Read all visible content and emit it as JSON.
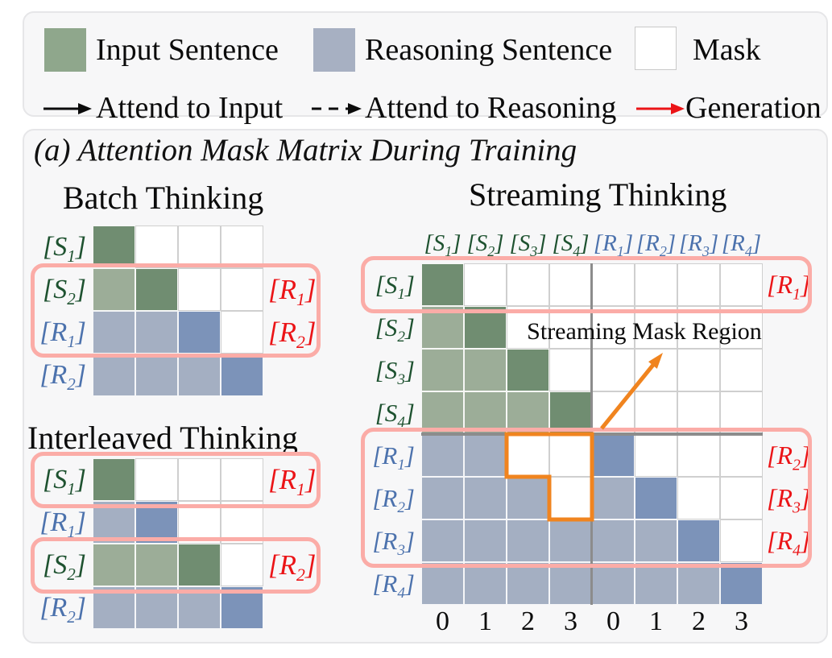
{
  "colors": {
    "dg": "#708D71",
    "lg": "#9CAD98",
    "lb": "#A4AFC2",
    "db": "#7C93B9",
    "legend_green": "#8FA78C",
    "legend_blue": "#A7B0C2",
    "label_green": "#1E5230",
    "label_blue": "#4C72AD",
    "label_red": "#EB1417",
    "box_red": "#FBACA7",
    "orange": "#F0841F",
    "gray_line": "#8C8C8C"
  },
  "legend": {
    "items": [
      {
        "swatch": "green",
        "label": "Input Sentence"
      },
      {
        "swatch": "blue",
        "label": "Reasoning Sentence"
      },
      {
        "swatch": "white",
        "label": "Mask"
      }
    ],
    "arrows": [
      {
        "style": "solid",
        "label": "Attend to Input"
      },
      {
        "style": "dashed",
        "label": "Attend to Reasoning"
      },
      {
        "style": "red",
        "label": "Generation"
      }
    ]
  },
  "panel": {
    "title": "(a) Attention Mask Matrix During Training"
  },
  "batch": {
    "title": "Batch Thinking",
    "rows": [
      {
        "label": "[S1]",
        "label_color": "green",
        "cells": [
          "dg",
          "w",
          "w",
          "w"
        ],
        "right_label": ""
      },
      {
        "label": "[S2]",
        "label_color": "green",
        "cells": [
          "lg",
          "dg",
          "w",
          "w"
        ],
        "right_label": "[R1]"
      },
      {
        "label": "[R1]",
        "label_color": "blue",
        "cells": [
          "lb",
          "lb",
          "db",
          "w"
        ],
        "right_label": "[R2]"
      },
      {
        "label": "[R2]",
        "label_color": "blue",
        "cells": [
          "lb",
          "lb",
          "lb",
          "db"
        ],
        "right_label": ""
      }
    ]
  },
  "interleaved": {
    "title": "Interleaved Thinking",
    "rows": [
      {
        "label": "[S1]",
        "label_color": "green",
        "cells": [
          "dg",
          "w",
          "w",
          "w"
        ],
        "right_label": "[R1]"
      },
      {
        "label": "[R1]",
        "label_color": "blue",
        "cells": [
          "lb",
          "db",
          "w",
          "w"
        ],
        "right_label": ""
      },
      {
        "label": "[S2]",
        "label_color": "green",
        "cells": [
          "lg",
          "lg",
          "dg",
          "w"
        ],
        "right_label": "[R2]"
      },
      {
        "label": "[R2]",
        "label_color": "blue",
        "cells": [
          "lb",
          "lb",
          "lb",
          "db"
        ],
        "right_label": ""
      }
    ]
  },
  "streaming": {
    "title": "Streaming Thinking",
    "col_headers": [
      {
        "label": "[S1]",
        "color": "green"
      },
      {
        "label": "[S2]",
        "color": "green"
      },
      {
        "label": "[S3]",
        "color": "green"
      },
      {
        "label": "[S4]",
        "color": "green"
      },
      {
        "label": "[R1]",
        "color": "blue"
      },
      {
        "label": "[R2]",
        "color": "blue"
      },
      {
        "label": "[R3]",
        "color": "blue"
      },
      {
        "label": "[R4]",
        "color": "blue"
      }
    ],
    "rows": [
      {
        "label": "[S1]",
        "label_color": "green",
        "cells": [
          "dg",
          "w",
          "w",
          "w",
          "w",
          "w",
          "w",
          "w"
        ],
        "right_label": "[R1]"
      },
      {
        "label": "[S2]",
        "label_color": "green",
        "cells": [
          "lg",
          "dg",
          "w",
          "w",
          "w",
          "w",
          "w",
          "w"
        ],
        "right_label": ""
      },
      {
        "label": "[S3]",
        "label_color": "green",
        "cells": [
          "lg",
          "lg",
          "dg",
          "w",
          "w",
          "w",
          "w",
          "w"
        ],
        "right_label": ""
      },
      {
        "label": "[S4]",
        "label_color": "green",
        "cells": [
          "lg",
          "lg",
          "lg",
          "dg",
          "w",
          "w",
          "w",
          "w"
        ],
        "right_label": ""
      },
      {
        "label": "[R1]",
        "label_color": "blue",
        "cells": [
          "lb",
          "lb",
          "w",
          "w",
          "db",
          "w",
          "w",
          "w"
        ],
        "right_label": "[R2]"
      },
      {
        "label": "[R2]",
        "label_color": "blue",
        "cells": [
          "lb",
          "lb",
          "lb",
          "w",
          "lb",
          "db",
          "w",
          "w"
        ],
        "right_label": "[R3]"
      },
      {
        "label": "[R3]",
        "label_color": "blue",
        "cells": [
          "lb",
          "lb",
          "lb",
          "lb",
          "lb",
          "lb",
          "db",
          "w"
        ],
        "right_label": "[R4]"
      },
      {
        "label": "[R4]",
        "label_color": "blue",
        "cells": [
          "lb",
          "lb",
          "lb",
          "lb",
          "lb",
          "lb",
          "lb",
          "db"
        ],
        "right_label": ""
      }
    ],
    "mask_region_label": "Streaming Mask Region",
    "axis_labels": [
      "0",
      "1",
      "2",
      "3",
      "0",
      "1",
      "2",
      "3"
    ]
  }
}
